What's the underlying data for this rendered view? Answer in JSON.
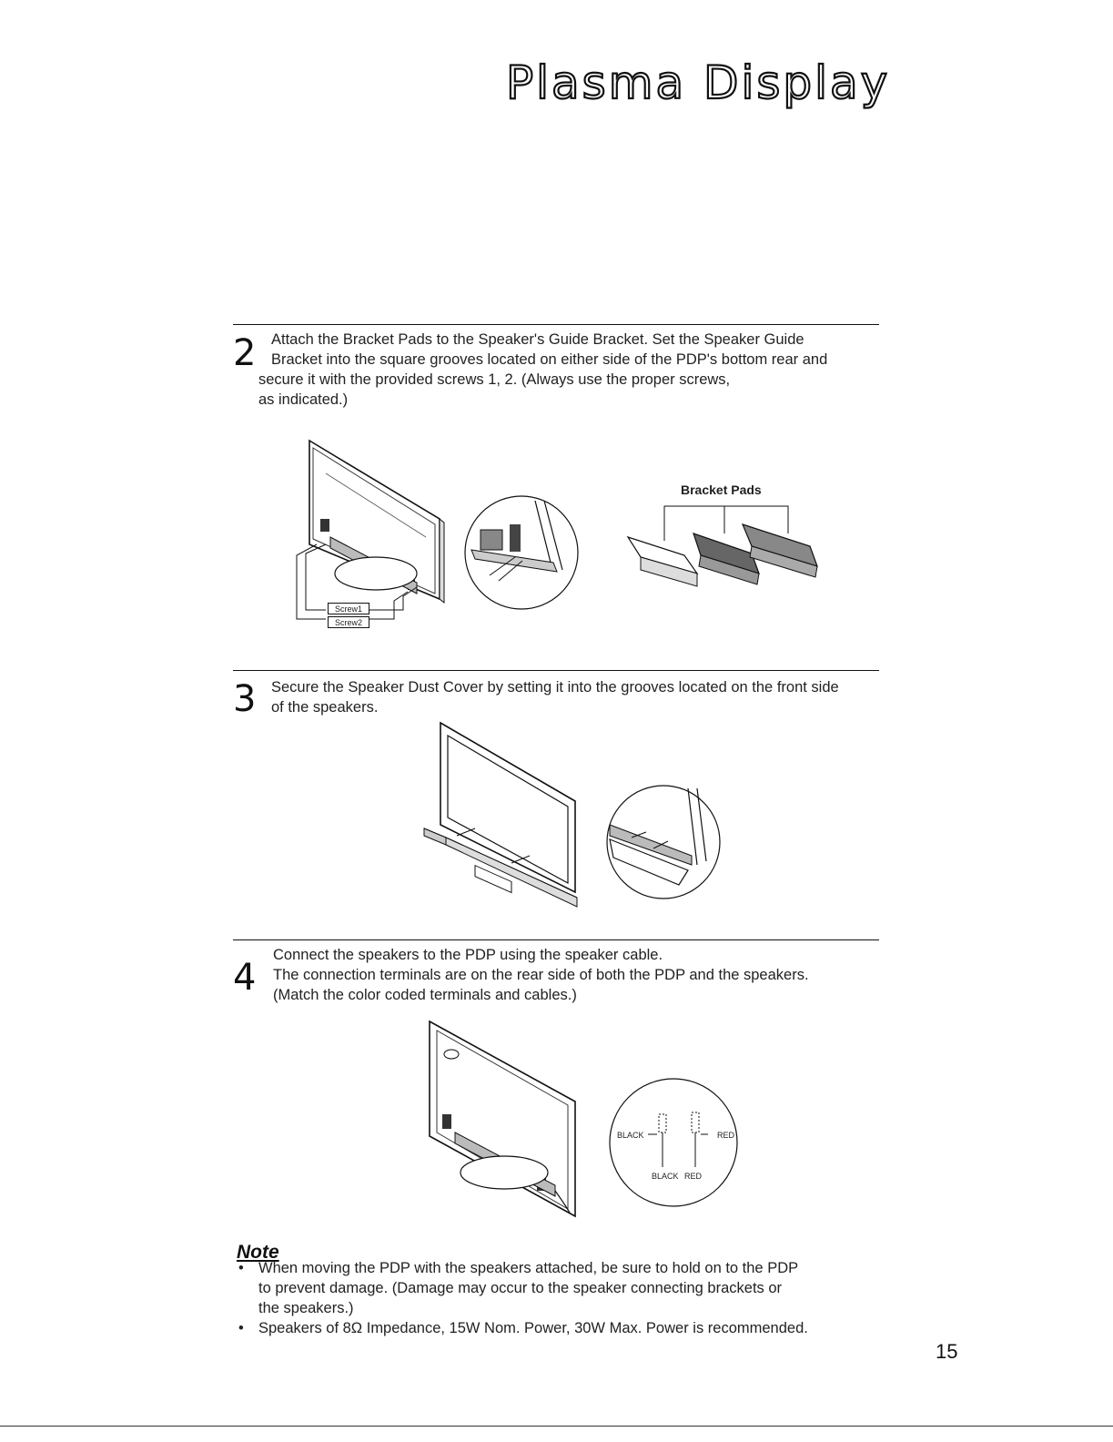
{
  "header": {
    "title": "Plasma Display"
  },
  "steps": [
    {
      "number": "2",
      "lines": [
        "Attach the Bracket Pads to the Speaker's Guide Bracket. Set the Speaker Guide",
        "Bracket into the square grooves located on either side of the PDP's bottom rear and",
        "secure it with the provided screws 1, 2. (Always use the proper screws,",
        "as indicated.)"
      ],
      "figure": {
        "callouts": [
          "Screw1",
          "Screw2"
        ],
        "label": "Bracket Pads"
      }
    },
    {
      "number": "3",
      "lines": [
        "Secure the Speaker Dust Cover by setting it into the grooves located on the front side",
        "of the speakers."
      ]
    },
    {
      "number": "4",
      "lines": [
        "Connect the speakers to the PDP using the speaker cable.",
        "The connection terminals are on the rear side of both the PDP and the speakers.",
        "(Match the color coded terminals and cables.)"
      ],
      "figure": {
        "terminal_labels": [
          "BLACK",
          "RED",
          "BLACK",
          "RED"
        ]
      }
    }
  ],
  "note": {
    "heading": "Note",
    "items": [
      {
        "bullet": "•",
        "lines": [
          "When moving the PDP with the speakers attached, be sure to hold on to the PDP",
          "to prevent damage. (Damage may occur to the speaker connecting brackets or",
          "the speakers.)"
        ]
      },
      {
        "bullet": "•",
        "lines": [
          "Speakers of 8Ω Impedance, 15W Nom. Power, 30W Max. Power is recommended."
        ]
      }
    ]
  },
  "page_number": "15"
}
